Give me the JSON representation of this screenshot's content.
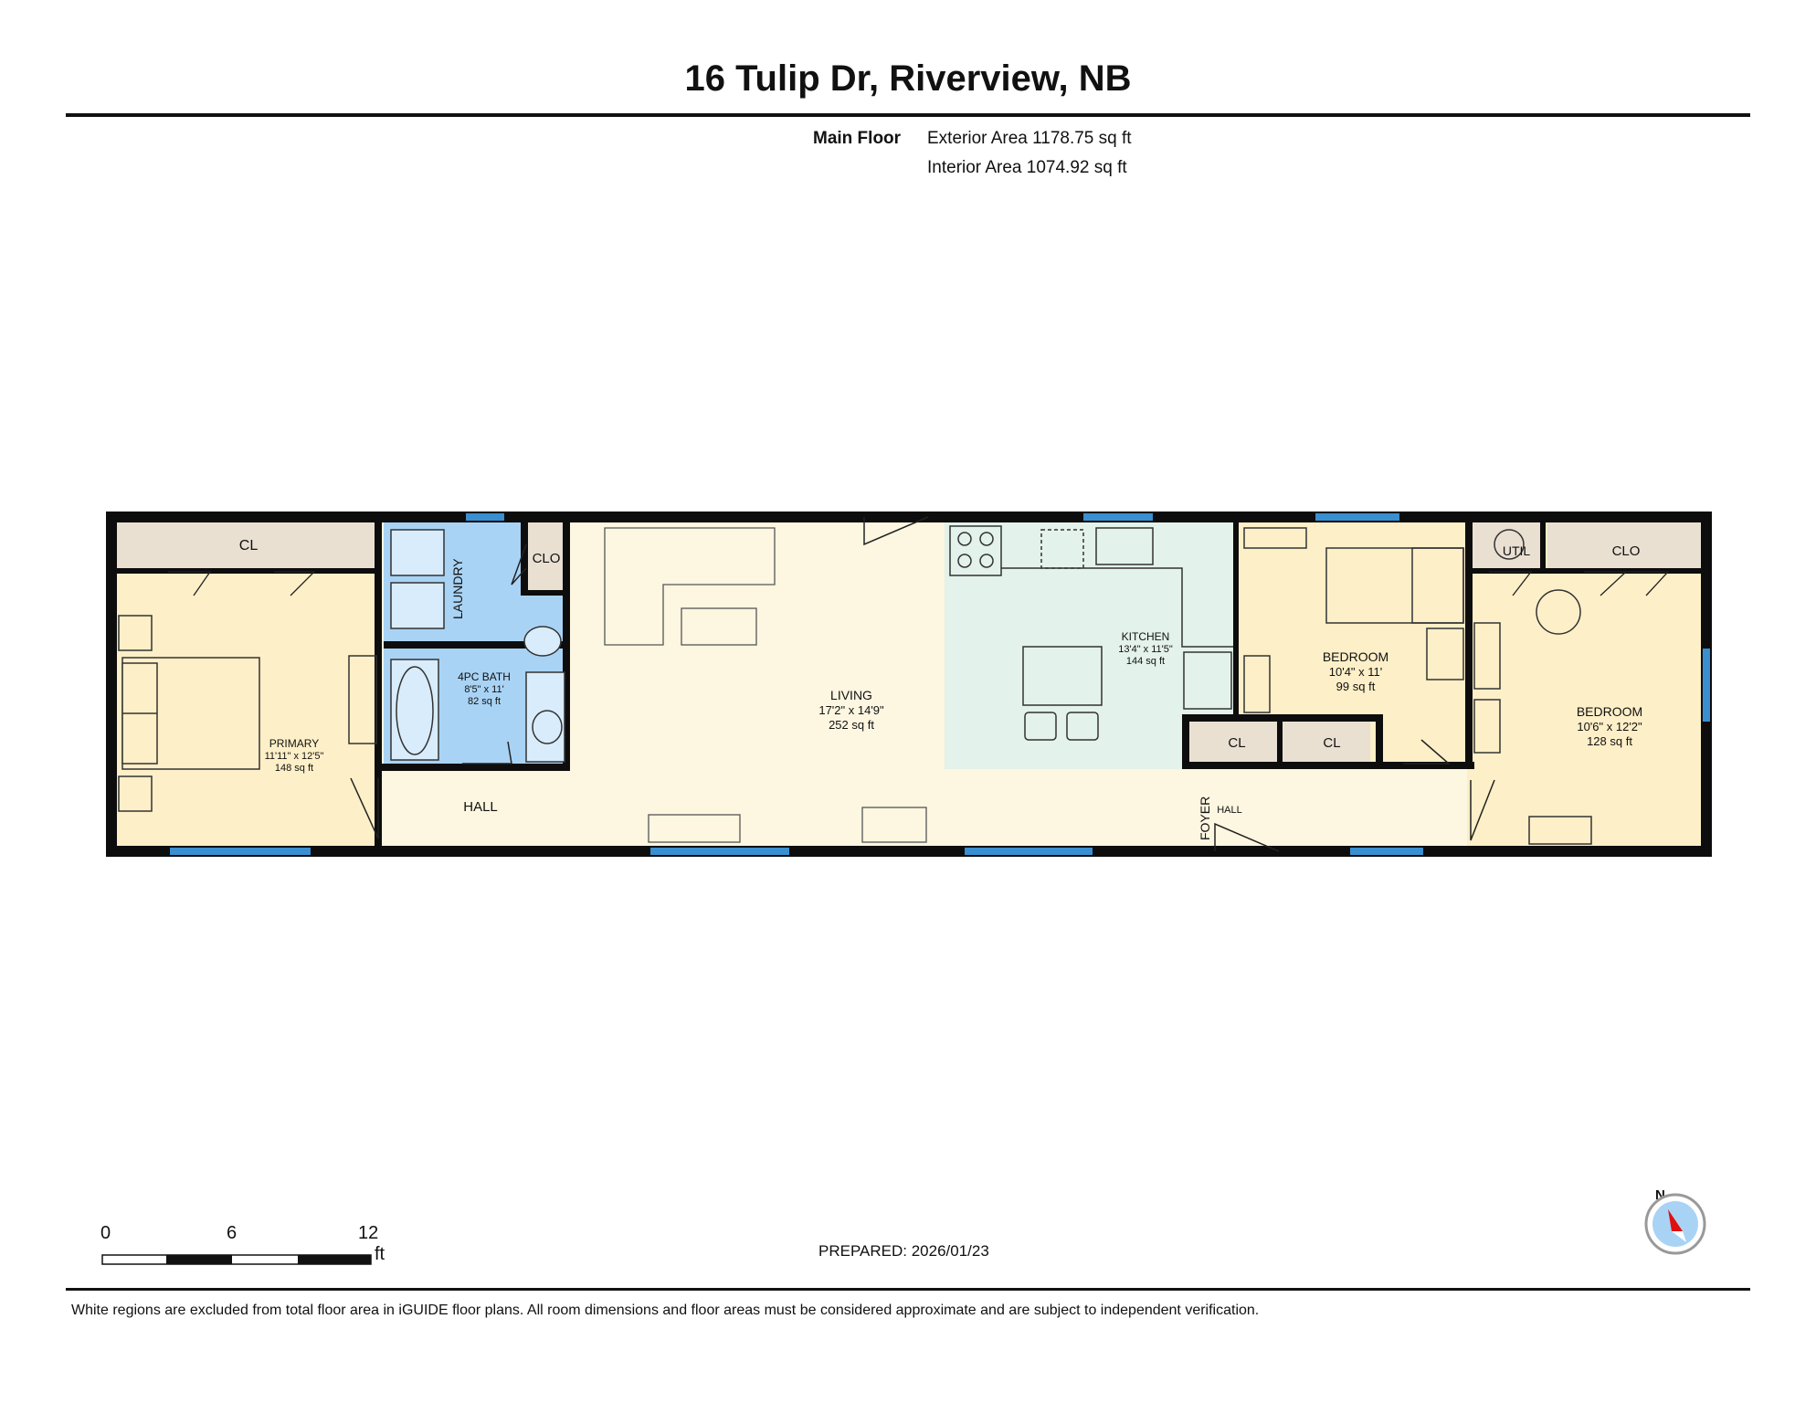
{
  "title": "16 Tulip Dr, Riverview, NB",
  "floor": {
    "name": "Main Floor",
    "exterior_area": "Exterior Area 1178.75 sq ft",
    "interior_area": "Interior Area 1074.92 sq ft"
  },
  "rooms": {
    "primary": {
      "name": "PRIMARY",
      "dims": "11'11\" x 12'5\"",
      "area": "148 sq ft"
    },
    "bath": {
      "name": "4PC BATH",
      "dims": "8'5\" x 11'",
      "area": "82 sq ft"
    },
    "living": {
      "name": "LIVING",
      "dims": "17'2\" x 14'9\"",
      "area": "252 sq ft"
    },
    "kitchen": {
      "name": "KITCHEN",
      "dims": "13'4\" x 11'5\"",
      "area": "144 sq ft"
    },
    "bedroom1": {
      "name": "BEDROOM",
      "dims": "10'4\" x 11'",
      "area": "99 sq ft"
    },
    "bedroom2": {
      "name": "BEDROOM",
      "dims": "10'6\" x 12'2\"",
      "area": "128 sq ft"
    }
  },
  "labels": {
    "cl_primary": "CL",
    "laundry": "LAUNDRY",
    "clo_bath": "CLO",
    "hall_left": "HALL",
    "foyer": "FOYER",
    "hall_right": "HALL",
    "cl_a": "CL",
    "cl_b": "CL",
    "util": "UTIL",
    "clo_bed2": "CLO"
  },
  "scale": {
    "ticks": [
      "0",
      "6",
      "12"
    ],
    "unit": "ft"
  },
  "compass": {
    "label": "N"
  },
  "prepared": "PREPARED: 2026/01/23",
  "disclaimer": "White regions are excluded from total floor area in iGUIDE floor plans. All room dimensions and floor areas must be considered approximate and are subject to independent verification.",
  "colors": {
    "bedroom_fill": "#fdefc7",
    "living_fill": "#fdf6e0",
    "bath_fill": "#a9d3f5",
    "kitchen_fill": "#e3f2ea",
    "closet_fill": "#e9e0d2",
    "wall": "#0d0d0d",
    "window": "#3a8fd0"
  }
}
